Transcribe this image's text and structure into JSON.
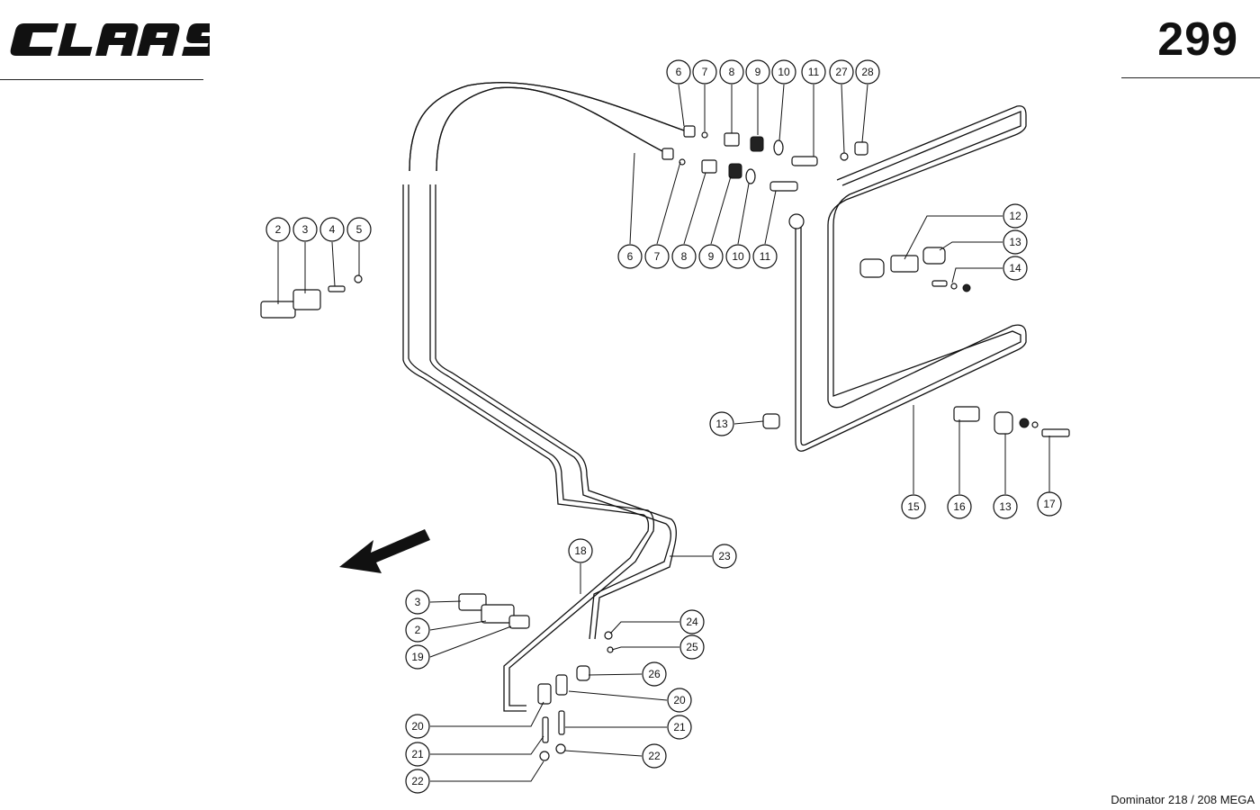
{
  "header": {
    "logo_text": "CLAAS",
    "page_number": "299"
  },
  "footer": {
    "model": "Dominator 218 / 208 MEGA"
  },
  "diagram": {
    "callouts": [
      {
        "label": "6"
      },
      {
        "label": "7"
      },
      {
        "label": "8"
      },
      {
        "label": "9"
      },
      {
        "label": "10"
      },
      {
        "label": "11"
      },
      {
        "label": "27"
      },
      {
        "label": "28"
      },
      {
        "label": "6"
      },
      {
        "label": "7"
      },
      {
        "label": "8"
      },
      {
        "label": "9"
      },
      {
        "label": "10"
      },
      {
        "label": "11"
      },
      {
        "label": "2"
      },
      {
        "label": "3"
      },
      {
        "label": "4"
      },
      {
        "label": "5"
      },
      {
        "label": "12"
      },
      {
        "label": "13"
      },
      {
        "label": "14"
      },
      {
        "label": "13"
      },
      {
        "label": "15"
      },
      {
        "label": "16"
      },
      {
        "label": "13"
      },
      {
        "label": "17"
      },
      {
        "label": "18"
      },
      {
        "label": "23"
      },
      {
        "label": "3"
      },
      {
        "label": "2"
      },
      {
        "label": "19"
      },
      {
        "label": "24"
      },
      {
        "label": "25"
      },
      {
        "label": "26"
      },
      {
        "label": "20"
      },
      {
        "label": "20"
      },
      {
        "label": "21"
      },
      {
        "label": "21"
      },
      {
        "label": "22"
      },
      {
        "label": "22"
      }
    ]
  }
}
